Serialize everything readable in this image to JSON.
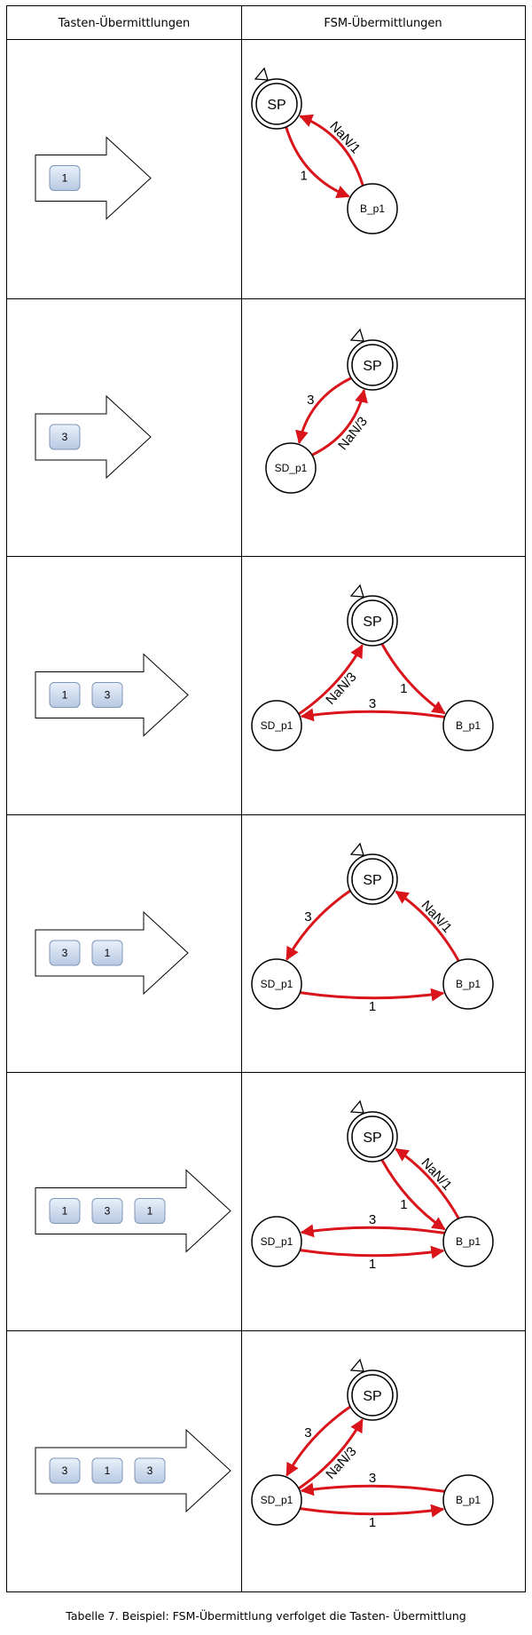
{
  "table": {
    "headers": [
      "Tasten-Übermittlungen",
      "FSM-Übermittlungen"
    ],
    "rows": [
      {
        "keys": [
          "1"
        ],
        "states": [
          {
            "id": "SP",
            "label": "SP",
            "initial": true,
            "accepting": true
          },
          {
            "id": "B_p1",
            "label": "B_p1"
          }
        ],
        "transitions": [
          {
            "from": "SP",
            "to": "B_p1",
            "label": "1"
          },
          {
            "from": "B_p1",
            "to": "SP",
            "label": "NaN/1"
          }
        ]
      },
      {
        "keys": [
          "3"
        ],
        "states": [
          {
            "id": "SP",
            "label": "SP",
            "initial": true,
            "accepting": true
          },
          {
            "id": "SD_p1",
            "label": "SD_p1"
          }
        ],
        "transitions": [
          {
            "from": "SP",
            "to": "SD_p1",
            "label": "3"
          },
          {
            "from": "SD_p1",
            "to": "SP",
            "label": "NaN/3"
          }
        ]
      },
      {
        "keys": [
          "1",
          "3"
        ],
        "states": [
          {
            "id": "SP",
            "label": "SP",
            "initial": true,
            "accepting": true
          },
          {
            "id": "SD_p1",
            "label": "SD_p1"
          },
          {
            "id": "B_p1",
            "label": "B_p1"
          }
        ],
        "transitions": [
          {
            "from": "SP",
            "to": "B_p1",
            "label": "1"
          },
          {
            "from": "B_p1",
            "to": "SD_p1",
            "label": "3"
          },
          {
            "from": "SD_p1",
            "to": "SP",
            "label": "NaN/3"
          }
        ]
      },
      {
        "keys": [
          "3",
          "1"
        ],
        "states": [
          {
            "id": "SP",
            "label": "SP",
            "initial": true,
            "accepting": true
          },
          {
            "id": "SD_p1",
            "label": "SD_p1"
          },
          {
            "id": "B_p1",
            "label": "B_p1"
          }
        ],
        "transitions": [
          {
            "from": "SP",
            "to": "SD_p1",
            "label": "3"
          },
          {
            "from": "SD_p1",
            "to": "B_p1",
            "label": "1"
          },
          {
            "from": "B_p1",
            "to": "SP",
            "label": "NaN/1"
          }
        ]
      },
      {
        "keys": [
          "1",
          "3",
          "1"
        ],
        "states": [
          {
            "id": "SP",
            "label": "SP",
            "initial": true,
            "accepting": true
          },
          {
            "id": "SD_p1",
            "label": "SD_p1"
          },
          {
            "id": "B_p1",
            "label": "B_p1"
          }
        ],
        "transitions": [
          {
            "from": "SP",
            "to": "B_p1",
            "label": "1"
          },
          {
            "from": "B_p1",
            "to": "SP",
            "label": "NaN/1"
          },
          {
            "from": "SD_p1",
            "to": "B_p1",
            "label": "1"
          },
          {
            "from": "B_p1",
            "to": "SD_p1",
            "label": "3"
          }
        ]
      },
      {
        "keys": [
          "3",
          "1",
          "3"
        ],
        "states": [
          {
            "id": "SP",
            "label": "SP",
            "initial": true,
            "accepting": true
          },
          {
            "id": "SD_p1",
            "label": "SD_p1"
          },
          {
            "id": "B_p1",
            "label": "B_p1"
          }
        ],
        "transitions": [
          {
            "from": "SP",
            "to": "SD_p1",
            "label": "3"
          },
          {
            "from": "SD_p1",
            "to": "SP",
            "label": "NaN/3"
          },
          {
            "from": "SD_p1",
            "to": "B_p1",
            "label": "1"
          },
          {
            "from": "B_p1",
            "to": "SD_p1",
            "label": "3"
          }
        ]
      }
    ]
  },
  "caption": "Tabelle 7. Beispiel: FSM-Übermittlung verfolget die Tasten- Übermittlung",
  "colors": {
    "arrow": "#d9141b",
    "grid": "#000000",
    "key_top": "#e9f0fa",
    "key_bottom": "#b7c9e2",
    "key_border": "#7f97b8"
  }
}
